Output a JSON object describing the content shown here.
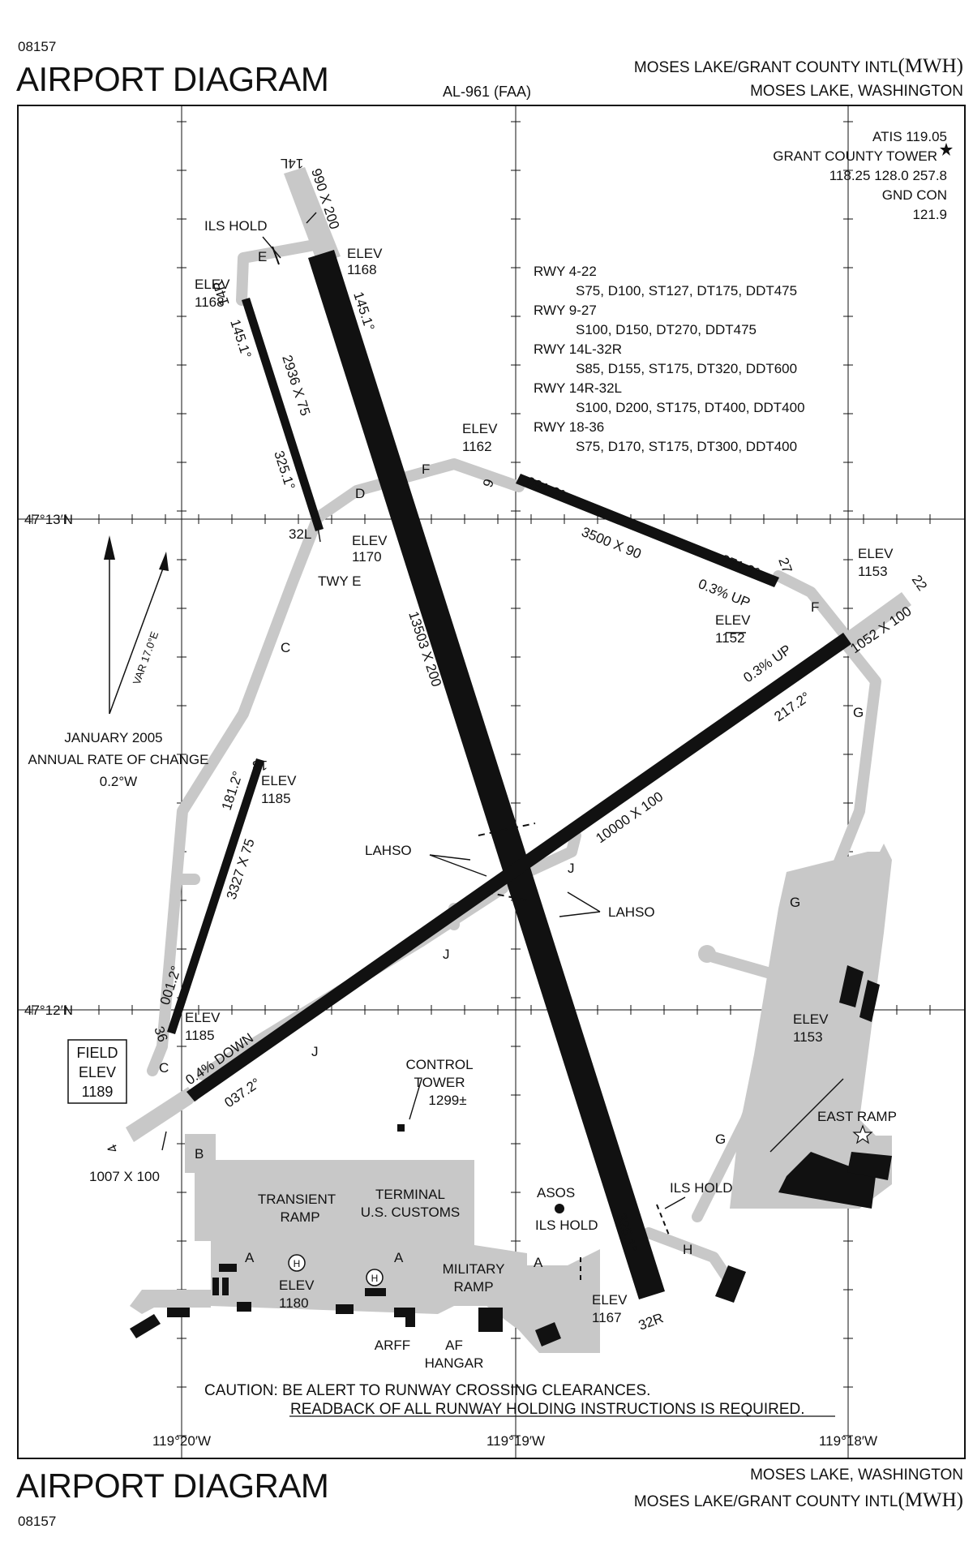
{
  "header": {
    "procedure_number": "08157",
    "title": "AIRPORT DIAGRAM",
    "document_id": "AL-961 (FAA)",
    "airport_name": "MOSES LAKE/GRANT COUNTY INTL",
    "airport_ident": "(MWH)",
    "location": "MOSES LAKE, WASHINGTON"
  },
  "footer": {
    "title": "AIRPORT DIAGRAM",
    "procedure_number": "08157",
    "location": "MOSES LAKE, WASHINGTON",
    "airport_name": "MOSES LAKE/GRANT COUNTY INTL",
    "airport_ident": "(MWH)"
  },
  "frequencies": {
    "atis": "ATIS 119.05",
    "tower": "GRANT COUNTY TOWER",
    "tower_freqs": "118.25  128.0  257.8",
    "gnd_label": "GND CON",
    "gnd_freq": "121.9"
  },
  "strength": [
    "RWY 4-22",
    "S75, D100, ST127, DT175, DDT475",
    "RWY 9-27",
    "S100, D150, DT270, DDT475",
    "RWY 14L-32R",
    "S85, D155, ST175, DT320, DDT600",
    "RWY 14R-32L",
    "S100, D200, ST175, DT400, DDT400",
    "RWY 18-36",
    "S75, D170, ST175, DT300, DDT400"
  ],
  "coords": {
    "lat_1": "47°13′N",
    "lat_2": "47°12′N",
    "lon_1": "119°20′W",
    "lon_2": "119°19′W",
    "lon_3": "119°18′W"
  },
  "magvar": {
    "var": "VAR 17.0°E",
    "date": "JANUARY 2005",
    "change_label": "ANNUAL RATE OF CHANGE",
    "change_value": "0.2°W"
  },
  "field_elev": {
    "line1": "FIELD",
    "line2": "ELEV",
    "value": "1189"
  },
  "caution": {
    "line1": "CAUTION: BE ALERT TO RUNWAY CROSSING CLEARANCES.",
    "line2": "READBACK OF ALL RUNWAY HOLDING INSTRUCTIONS IS REQUIRED."
  },
  "runway_labels": {
    "r14l": "14L",
    "r14l_dim": "990 X 200",
    "r14l_hdg": "145.1°",
    "r14l_main_dim": "13503 X 200",
    "r32r": "32R",
    "r32r_hdg": "325.1°",
    "r14r": "14R",
    "r14r_hdg": "145.1°",
    "r14r_dim": "2936 X 75",
    "r32l_hdg": "325.1°",
    "r32l": "32L",
    "r9": "9",
    "r9_hdg": "091.2°",
    "r9_dim": "3500 X 90",
    "r27_hdg": "271.2°",
    "r27_grad": "0.3% UP",
    "r27": "27",
    "r22": "22",
    "r22_dim": "1052 X 100",
    "r22_grad": "0.3% UP",
    "r22_hdg": "217.2°",
    "r4_main_dim": "10000 X 100",
    "r4_grad": "0.4% DOWN",
    "r4_hdg": "037.2°",
    "r4": "4",
    "r4_dim": "1007 X 100",
    "r18": "18",
    "r18_hdg": "181.2°",
    "r18_dim": "3327 X 75",
    "r36_hdg": "001.2°",
    "r36": "36"
  },
  "elevations": {
    "elev": "ELEV",
    "e1168a": "1168",
    "e1168b": "1168",
    "e1170": "1170",
    "e1162": "1162",
    "e1152": "1152",
    "e1153a": "1153",
    "e1185a": "1185",
    "e1185b": "1185",
    "e1153b": "1153",
    "e1180": "1180",
    "e1167": "1167"
  },
  "taxiways": {
    "a": "A",
    "b": "B",
    "c": "C",
    "d": "D",
    "e": "E",
    "f": "F",
    "g": "G",
    "h": "H",
    "j": "J",
    "twy_e": "TWY E"
  },
  "labels": {
    "ils_hold": "ILS HOLD",
    "lahso": "LAHSO",
    "control_tower": "CONTROL",
    "control_tower2": "TOWER",
    "tower_elev": "1299±",
    "east_ramp": "EAST RAMP",
    "asos": "ASOS",
    "transient_ramp": "TRANSIENT",
    "transient_ramp2": "RAMP",
    "terminal": "TERMINAL",
    "customs": "U.S. CUSTOMS",
    "military_ramp": "MILITARY",
    "military_ramp2": "RAMP",
    "arff": "ARFF",
    "af_hangar": "AF",
    "af_hangar2": "HANGAR",
    "helipad": "H"
  }
}
